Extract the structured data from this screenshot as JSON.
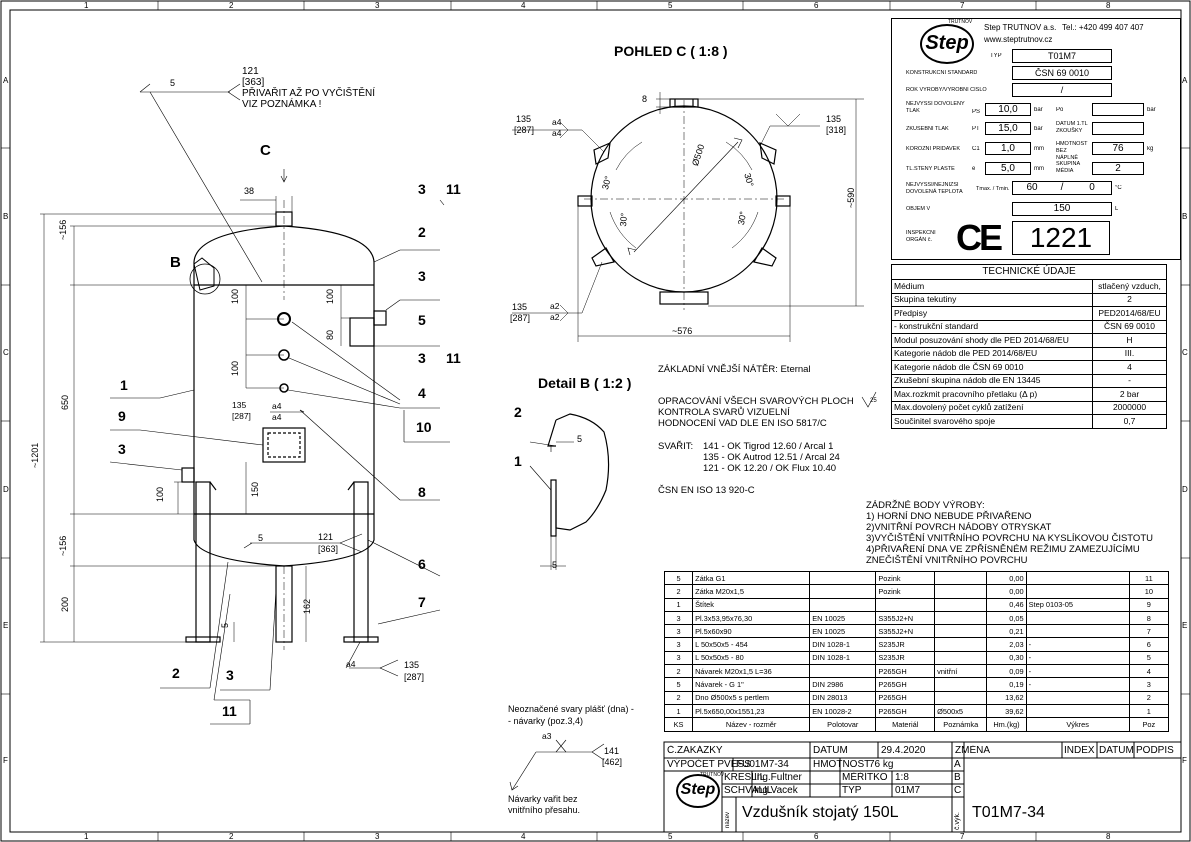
{
  "frame": {
    "cols": [
      "1",
      "2",
      "3",
      "4",
      "5",
      "6",
      "7",
      "8"
    ],
    "rows": [
      "A",
      "B",
      "C",
      "D",
      "E",
      "F"
    ]
  },
  "main_view": {
    "weld_top": {
      "n": "5",
      "ref1": "121",
      "ref2": "[363]",
      "note1": "PŘIVAŘIT AŽ PO VYČIŠTĚNÍ",
      "note2": "VIZ POZNÁMKA !"
    },
    "view_c_marker": "C",
    "detail_b_marker": "B",
    "dims": {
      "d38": "38",
      "d156a": "~156",
      "d100a": "100",
      "d100b": "100",
      "d80": "80",
      "d100c": "100",
      "d650": "650",
      "d1201": "~1201",
      "d100d": "100",
      "d150": "150",
      "d156b": "~156",
      "d200": "200",
      "d162": "162",
      "d5": "5"
    },
    "weld_nozzle": {
      "ref1": "135",
      "ref2": "[287]",
      "a": "a4",
      "b": "a4"
    },
    "weld_bottom": {
      "n": "5",
      "ref1": "121",
      "ref2": "[363]"
    },
    "weld_foot": {
      "a": "a4",
      "ref1": "135",
      "ref2": "[287]"
    },
    "balloons": {
      "b3a": "3",
      "b11a": "11",
      "b2a": "2",
      "b3b": "3",
      "b5": "5",
      "b3c": "3",
      "b11b": "11",
      "b1": "1",
      "b4": "4",
      "b10": "10",
      "b9": "9",
      "b3d": "3",
      "b8": "8",
      "b6": "6",
      "b7": "7",
      "b2b": "2",
      "b3e": "3",
      "b11c": "11"
    }
  },
  "view_c": {
    "title": "POHLED C ( 1:8 )",
    "d8": "8",
    "d500": "Ø500",
    "d590": "~590",
    "d576": "~576",
    "a30_1": "30°",
    "a30_2": "30°",
    "a30_3": "30°",
    "a30_4": "30°",
    "weld_left_top": {
      "ref1": "135",
      "ref2": "[287]",
      "a": "a4",
      "b": "a4"
    },
    "weld_left_bot": {
      "ref1": "135",
      "ref2": "[287]",
      "a": "a2",
      "b": "a2"
    },
    "weld_right": {
      "ref1": "135",
      "ref2": "[318]"
    }
  },
  "detail_b": {
    "title": "Detail B ( 1:2 )",
    "b2": "2",
    "b1": "1",
    "d5a": "5",
    "d5b": "5"
  },
  "weld_note": {
    "line1": "Neoznačené svary plášť (dna) -",
    "line2": "- návarky (poz.3,4)",
    "a": "a3",
    "ref1": "141",
    "ref2": "[462]",
    "line3": "Návarky vařit bez",
    "line4": "vnitřního přesahu."
  },
  "notes": {
    "paint": "ZÁKLADNÍ VNĚJŠÍ NÁTĚR: Eternal",
    "grind1": "OPRACOVÁNÍ VŠECH SVAROVÝCH PLOCH",
    "grind_sym": "25",
    "grind2": "KONTROLA SVARŮ VIZUELNÍ",
    "grind3": "HODNOCENÍ VAD DLE EN ISO 5817/C",
    "weld_label": "SVAŘIT:",
    "weld1": "141 - OK Tigrod 12.60 / Arcal 1",
    "weld2": "135 - OK Autrod 12.51 / Arcal 24",
    "weld3": "121 - OK 12.20 / OK Flux 10.40",
    "std": "ČSN EN ISO 13 920-C"
  },
  "hold_points": {
    "title": "ZÁDRŽNÉ BODY VÝROBY:",
    "items": [
      "1) HORNÍ DNO NEBUDE PŘIVAŘENO",
      "2)VNITŘNÍ POVRCH NÁDOBY OTRYSKAT",
      "3)VYČIŠTĚNÍ VNITŘNÍHO POVRCHU NA KYSLÍKOVOU ČISTOTU",
      "4)PŘIVAŘENÍ DNA VE ZPŘÍSNĚNÉM REŽIMU ZAMEZUJÍCÍMU",
      "ZNEČIŠTĚNÍ VNITŘNÍHO POVRCHU"
    ]
  },
  "nameplate": {
    "logo": "Step",
    "logo_small": "TRUTNOV",
    "company": "Step TRUTNOV a.s.",
    "tel": "Tel.: +420 499 407 407",
    "web": "www.steptrutnov.cz",
    "typ_label": "TYP",
    "typ_value": "T01M7",
    "std_label": "KONSTRUKČNÍ STANDARD",
    "std_value": "ČSN 69 0010",
    "year_label": "ROK VÝROBY/VÝROBNÍ ČÍSLO",
    "year_value": "/",
    "ps_label": "NEJVYŠŠÍ DOVOLENÝ TLAK",
    "ps_sym": "PS",
    "ps_value": "10,0",
    "ps_unit": "bar",
    "po_label": "Po",
    "po_unit": "bar",
    "pt_label": "ZKUŠEBNÍ TLAK",
    "pt_sym": "PT",
    "pt_value": "15,0",
    "pt_unit": "bar",
    "date_label": "DATUM 1.TL ZKOUŠKY",
    "c1_label": "KOROZNÍ PŘÍDAVEK",
    "c1_sym": "C1",
    "c1_value": "1,0",
    "c1_unit": "mm",
    "mass_label": "HMOTNOST BEZ NÁPLNĚ",
    "mass_value": "76",
    "mass_unit": "kg",
    "th_label": "TL.STĚNY PLÁŠTĚ",
    "th_sym": "e",
    "th_value": "5,0",
    "th_unit": "mm",
    "grp_label": "SKUPINA MÉDIA",
    "grp_value": "2",
    "temp_label": "NEJVYŠŠÍ/NEJNIŽŠÍ DOVOLENÁ TEPLOTA",
    "temp_sym": "Tmax. / Tmin.",
    "tmax": "60",
    "tsep": "/",
    "tmin": "0",
    "temp_unit": "°C",
    "vol_label": "OBJEM V",
    "vol_value": "150",
    "vol_unit": "L",
    "insp_label": "INSPEKČNÍ ORGÁN č.",
    "ce": "CE",
    "insp_value": "1221"
  },
  "tech": {
    "title": "TECHNICKÉ ÚDAJE",
    "rows": [
      [
        "Médium",
        "stlačený vzduch,"
      ],
      [
        "Skupina tekutiny",
        "2"
      ],
      [
        "Předpisy",
        "PED2014/68/EU"
      ],
      [
        " - konstrukční standard",
        "ČSN 69 0010"
      ],
      [
        "Modul posuzování shody dle PED 2014/68/EU",
        "H"
      ],
      [
        "Kategorie nádob dle PED 2014/68/EU",
        "III."
      ],
      [
        "Kategorie nádob dle ČSN 69 0010",
        "4"
      ],
      [
        "Zkušební skupina nádob dle EN 13445",
        "-"
      ],
      [
        "Max.rozkmit pracovního přetlaku (Δ p)",
        "2 bar"
      ],
      [
        "Max.dovolený počet cyklů zatížení",
        "2000000"
      ],
      [
        "Součinitel svarového spoje",
        "0,7"
      ]
    ]
  },
  "bom": {
    "headers": [
      "KS",
      "Název - rozměr",
      "Polotovar",
      "Materiál",
      "Poznámka",
      "Hm.(kg)",
      "Výkres",
      "Poz"
    ],
    "rows": [
      [
        "5",
        "Zátka G1",
        "",
        "Pozink",
        "",
        "0,00",
        "",
        "11"
      ],
      [
        "2",
        "Zátka M20x1,5",
        "",
        "Pozink",
        "",
        "0,00",
        "",
        "10"
      ],
      [
        "1",
        "Štítek",
        "",
        "",
        "",
        "0,46",
        "Step 0103-05",
        "9"
      ],
      [
        "3",
        "Pl.3x53,95x76,30",
        "EN 10025",
        "S355J2+N",
        "",
        "0,05",
        "",
        "8"
      ],
      [
        "3",
        "Pl.5x60x90",
        "EN 10025",
        "S355J2+N",
        "",
        "0,21",
        "",
        "7"
      ],
      [
        "3",
        "L 50x50x5 - 454",
        "DIN 1028-1",
        "S235JR",
        "",
        "2,03",
        "-",
        "6"
      ],
      [
        "3",
        "L 50x50x5 - 80",
        "DIN 1028-1",
        "S235JR",
        "",
        "0,30",
        "-",
        "5"
      ],
      [
        "2",
        "Návarek M20x1,5 L=36",
        "",
        "P265GH",
        "vnitřní",
        "0,09",
        "-",
        "4"
      ],
      [
        "5",
        "Návarek - G 1\"",
        "DIN 2986",
        "P265GH",
        "",
        "0,19",
        "-",
        "3"
      ],
      [
        "2",
        "Dno Ø500x5 s pertlem",
        "DIN 28013",
        "P265GH",
        "",
        "13,62",
        "",
        "2"
      ],
      [
        "1",
        "Pl.5x650,00x1551,23",
        "EN 10028-2",
        "P265GH",
        "Ø500x5",
        "39,62",
        "",
        "1"
      ]
    ]
  },
  "titleblock": {
    "zakazky": "Č.ZAKÁZKY",
    "datum_label": "DATUM",
    "datum_value": "29.4.2020",
    "zmena": "ZMĚNA",
    "index": "INDEX",
    "datum2": "DATUM",
    "podpis": "PODPIS",
    "vypocet": "VÝPOČET PVESS",
    "vypocet_val": "FU01M7-34",
    "hmotnost_label": "HMOTNOST",
    "hmotnost_val": "76 kg",
    "kreslil": "KRESLIL",
    "kreslil_val": "Ing.Fultner",
    "meritko": "MĚŘÍTKO",
    "meritko_val": "1:8",
    "schvalil": "SCHVÁLIL",
    "schvalil_val": "Ing.Vacek",
    "typ": "TYP",
    "typ_val": "01M7",
    "rev": [
      "A",
      "B",
      "C"
    ],
    "nazev_label": "název",
    "nazev": "Vzdušník stojatý 150L",
    "cvyk_label": "č.výk.",
    "cvyk": "T01M7-34",
    "logo": "Step",
    "logo_small": "TRUTNOV"
  }
}
